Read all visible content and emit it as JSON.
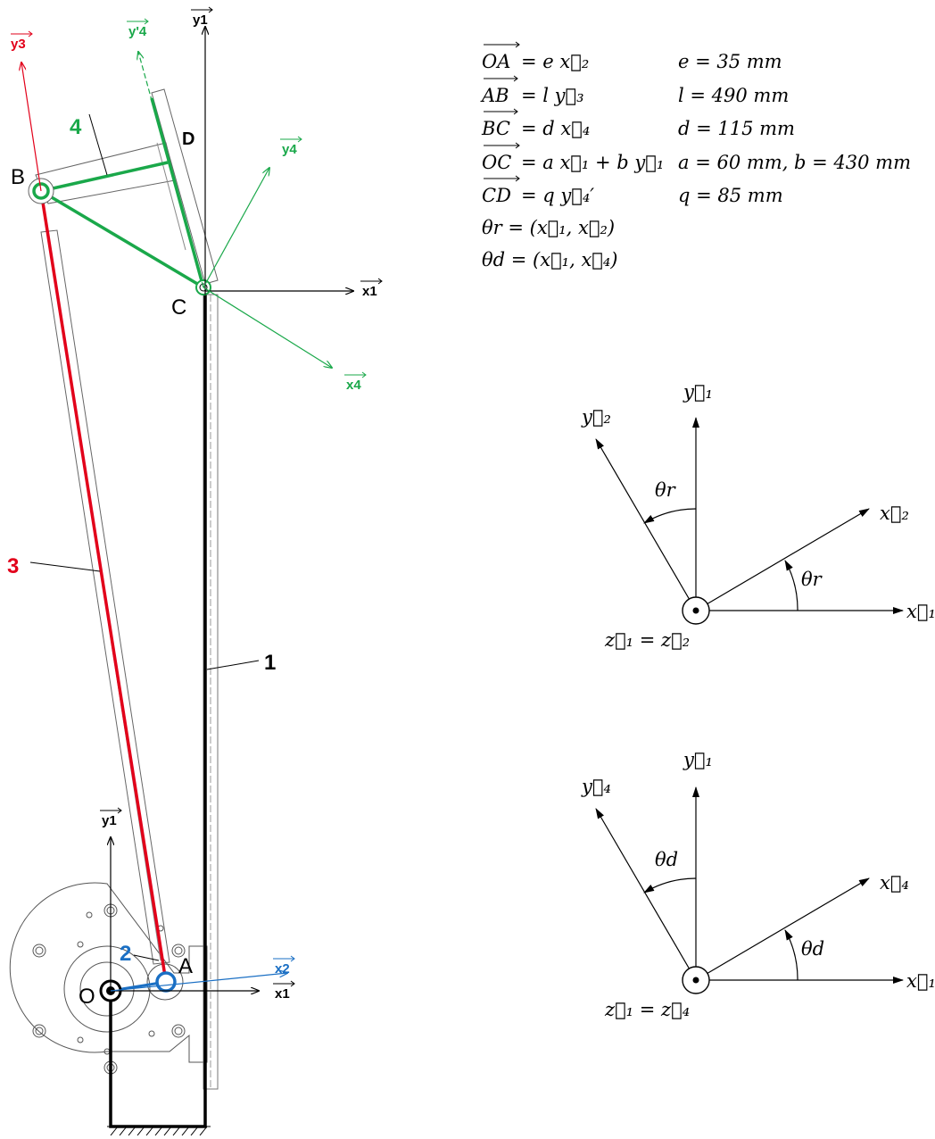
{
  "colors": {
    "black": "#000000",
    "red": "#e2001a",
    "green": "#1aa84a",
    "blue": "#1a6fc4",
    "gray": "#555555"
  },
  "points": {
    "O": "O",
    "A": "A",
    "B": "B",
    "C": "C",
    "D": "D"
  },
  "parts": {
    "p1": "1",
    "p2": "2",
    "p3": "3",
    "p4": "4"
  },
  "axis_labels": {
    "y1_top": "y1",
    "x1_C": "x1",
    "y3": "y3",
    "y4_prime": "y'4",
    "y4": "y4",
    "x4": "x4",
    "y1_O": "y1",
    "x1_O": "x1",
    "x2": "x2"
  },
  "equations": [
    {
      "lhs": "OA",
      "rhs": "= e x⃗₂",
      "value": "e = 35 mm"
    },
    {
      "lhs": "AB",
      "rhs": "= l y⃗₃",
      "value": "l = 490 mm"
    },
    {
      "lhs": "BC",
      "rhs": "= d x⃗₄",
      "value": "d = 115 mm"
    },
    {
      "lhs": "OC",
      "rhs": "= a x⃗₁ + b y⃗₁",
      "value": "a = 60 mm, b = 430 mm"
    },
    {
      "lhs": "CD",
      "rhs": "= q y⃗₄′",
      "value": "q = 85 mm"
    },
    {
      "lhs": "θr = (x⃗₁, x⃗₂)",
      "rhs": "",
      "value": ""
    },
    {
      "lhs": "θd = (x⃗₁, x⃗₄)",
      "rhs": "",
      "value": ""
    }
  ],
  "frame1": {
    "y1": "y⃗₁",
    "y2": "y⃗₂",
    "x2": "x⃗₂",
    "x1": "x⃗₁",
    "theta": "θr",
    "z": "z⃗₁ = z⃗₂"
  },
  "frame2": {
    "y1": "y⃗₁",
    "y4": "y⃗₄",
    "x4": "x⃗₄",
    "x1": "x⃗₁",
    "theta": "θd",
    "z": "z⃗₁ = z⃗₄"
  }
}
